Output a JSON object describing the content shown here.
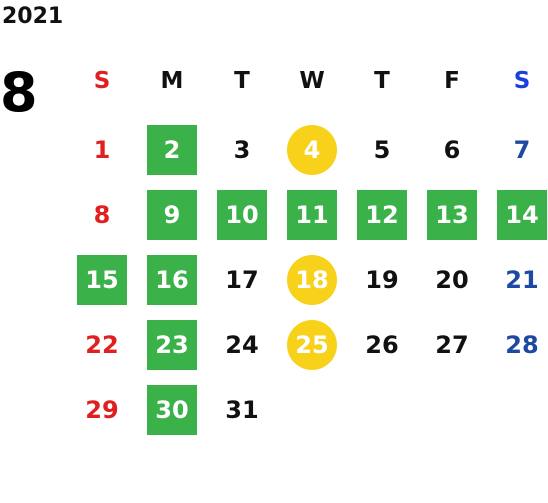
{
  "calendar": {
    "year": "2021",
    "month": "8",
    "weekdays": [
      "S",
      "M",
      "T",
      "W",
      "T",
      "F",
      "S"
    ],
    "weeks": [
      [
        {
          "day": "1",
          "mark": "none"
        },
        {
          "day": "2",
          "mark": "green"
        },
        {
          "day": "3",
          "mark": "none"
        },
        {
          "day": "4",
          "mark": "yellow"
        },
        {
          "day": "5",
          "mark": "none"
        },
        {
          "day": "6",
          "mark": "none"
        },
        {
          "day": "7",
          "mark": "none"
        }
      ],
      [
        {
          "day": "8",
          "mark": "none"
        },
        {
          "day": "9",
          "mark": "green"
        },
        {
          "day": "10",
          "mark": "green"
        },
        {
          "day": "11",
          "mark": "green"
        },
        {
          "day": "12",
          "mark": "green"
        },
        {
          "day": "13",
          "mark": "green"
        },
        {
          "day": "14",
          "mark": "green"
        }
      ],
      [
        {
          "day": "15",
          "mark": "green"
        },
        {
          "day": "16",
          "mark": "green"
        },
        {
          "day": "17",
          "mark": "none"
        },
        {
          "day": "18",
          "mark": "yellow"
        },
        {
          "day": "19",
          "mark": "none"
        },
        {
          "day": "20",
          "mark": "none"
        },
        {
          "day": "21",
          "mark": "none"
        }
      ],
      [
        {
          "day": "22",
          "mark": "none"
        },
        {
          "day": "23",
          "mark": "green"
        },
        {
          "day": "24",
          "mark": "none"
        },
        {
          "day": "25",
          "mark": "yellow"
        },
        {
          "day": "26",
          "mark": "none"
        },
        {
          "day": "27",
          "mark": "none"
        },
        {
          "day": "28",
          "mark": "none"
        }
      ],
      [
        {
          "day": "29",
          "mark": "none"
        },
        {
          "day": "30",
          "mark": "green"
        },
        {
          "day": "31",
          "mark": "none"
        }
      ]
    ],
    "colors": {
      "sunday": "#e02020",
      "saturday_header": "#1a3fe0",
      "saturday": "#1d4aa0",
      "weekday": "#111111",
      "green_mark": "#3bb14a",
      "yellow_mark": "#f7d11a"
    }
  }
}
